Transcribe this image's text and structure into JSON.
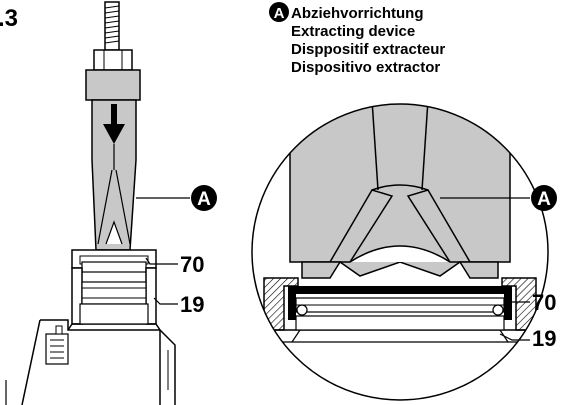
{
  "figure": {
    "number_fragment": ".3"
  },
  "legend": {
    "badge": "A",
    "lines": [
      "Abziehvorrichtung",
      "Extracting device",
      "Disppositif extracteur",
      "Dispositivo extractor"
    ]
  },
  "callouts": {
    "left": {
      "badge": "A",
      "part_70": "70",
      "part_19": "19"
    },
    "right": {
      "badge": "A",
      "part_70": "70",
      "part_19": "19"
    }
  },
  "colors": {
    "ink": "#000000",
    "shade": "#c8c8c8",
    "background": "#ffffff"
  }
}
